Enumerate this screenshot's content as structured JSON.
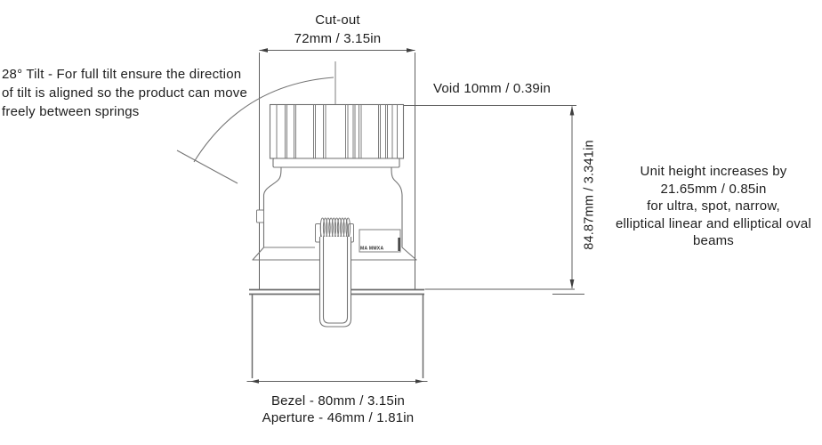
{
  "colors": {
    "background": "#ffffff",
    "line": "#747474",
    "dimension_line": "#5f5f5f",
    "text": "#1d1d1d"
  },
  "annotations": {
    "cutout": {
      "title": "Cut-out",
      "value": "72mm / 3.15in"
    },
    "tilt_note": {
      "line1": "28° Tilt - For full tilt ensure the direction",
      "line2": "of tilt is aligned so the product can move",
      "line3": "freely between springs"
    },
    "void_label": "Void 10mm / 0.39in",
    "height_label": "84.87mm / 3.341in",
    "beam_note": {
      "line1": "Unit height increases by",
      "line2": "21.65mm / 0.85in",
      "line3": "for ultra, spot, narrow,",
      "line4": "elliptical linear and elliptical oval beams"
    },
    "bezel_label": "Bezel - 80mm / 3.15in",
    "aperture_label": "Aperture - 46mm / 1.81in"
  },
  "drawing": {
    "unit_marking": "MA MMXA"
  }
}
